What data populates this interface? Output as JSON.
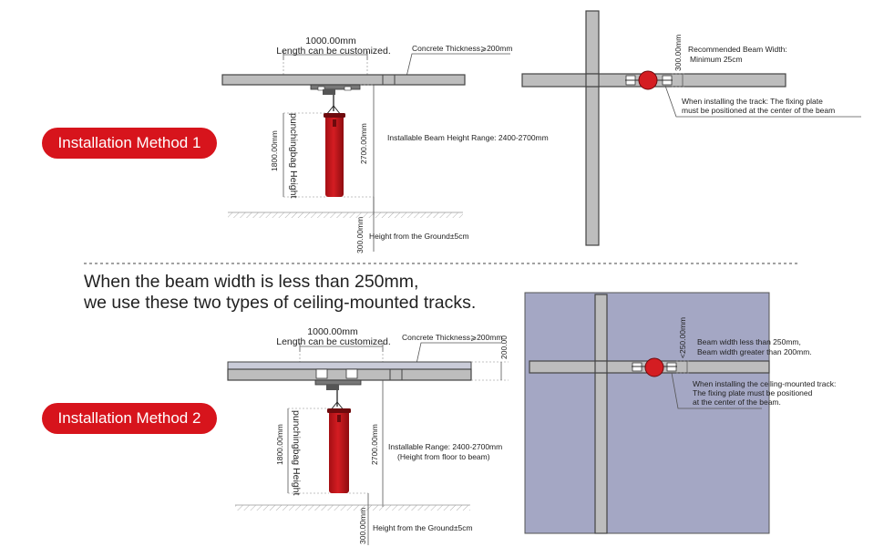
{
  "method1": {
    "badge": "Installation Method 1",
    "length_value": "1000.00mm",
    "length_note": "Length can be customized.",
    "concrete_thickness": "Concrete Thickness⩾200mm",
    "bag_height_value": "1800.00mm",
    "bag_height_label": "punchingbag Height",
    "beam_height_value": "2700.00mm",
    "beam_height_range": "Installable Beam Height Range:  2400-2700mm",
    "ground_value": "300.00mm",
    "ground_label": "Height from the Ground±5cm",
    "beam_width_value": "300.00mm",
    "beam_width_title": "Recommended Beam Width:",
    "beam_width_min": "Minimum 25cm",
    "fixing_note_1": "When installing the track: The fixing plate",
    "fixing_note_2": "must be positioned at the center of the beam"
  },
  "heading": {
    "line1": "When the beam width is less than 250mm,",
    "line2": "we use these two types of ceiling-mounted tracks."
  },
  "method2": {
    "badge": "Installation Method 2",
    "length_value": "1000.00mm",
    "length_note": "Length can be customized.",
    "concrete_thickness": "Concrete Thickness⩾200mm",
    "thickness_value": "200.00",
    "bag_height_value": "1800.00mm",
    "bag_height_label": "punchingbag Height",
    "beam_height_value": "2700.00mm",
    "range_line1": "Installable Range: 2400-2700mm",
    "range_line2": "(Height from floor to beam)",
    "ground_value": "300.00mm",
    "ground_label": "Height from the Ground±5cm",
    "beam_width_value": "<250.00mm",
    "beam_width_line1": "Beam width less than 250mm,",
    "beam_width_line2": "Beam width greater than 200mm.",
    "fixing_note_1": "When installing the ceiling-mounted track:",
    "fixing_note_2": "The fixing plate must be positioned",
    "fixing_note_3": "at the center of the beam."
  }
}
